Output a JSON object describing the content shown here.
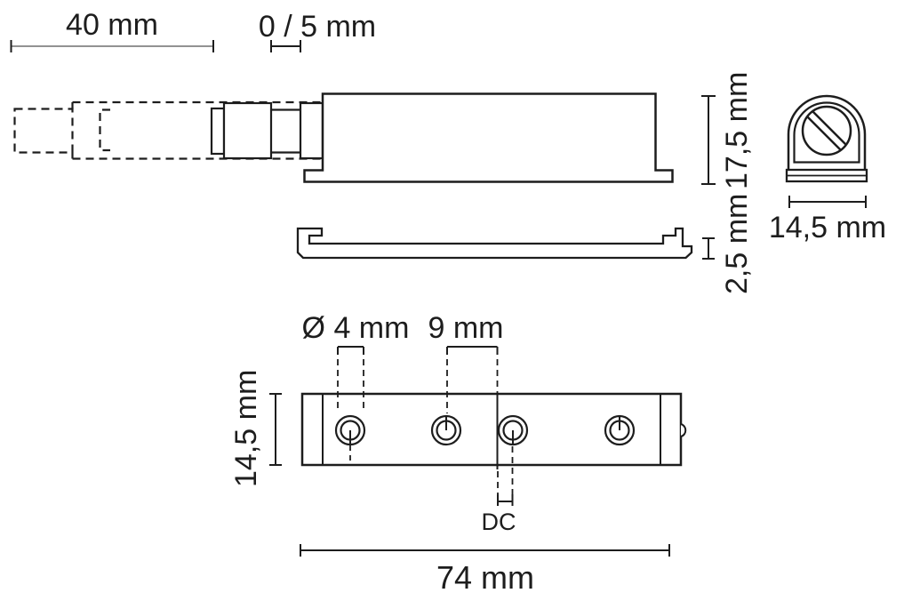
{
  "colors": {
    "background": "#ffffff",
    "line": "#1d1d1d",
    "thin_dim_line": "#6e6e6e"
  },
  "drawing": {
    "type": "technical-dimension-drawing",
    "views": {
      "side_view": {
        "dimensions": {
          "magnet_length": "40 mm",
          "air_gap": "0 / 5 mm",
          "housing_height": "17,5 mm",
          "bracket_thickness": "2,5 mm"
        }
      },
      "end_view": {
        "dimensions": {
          "housing_width": "14,5 mm"
        }
      },
      "top_view": {
        "dimensions": {
          "hole_diameter": "Ø 4 mm",
          "hole_spacing": "9 mm",
          "housing_width": "14,5 mm",
          "switch_point": "DC",
          "housing_length": "74 mm"
        }
      }
    }
  }
}
